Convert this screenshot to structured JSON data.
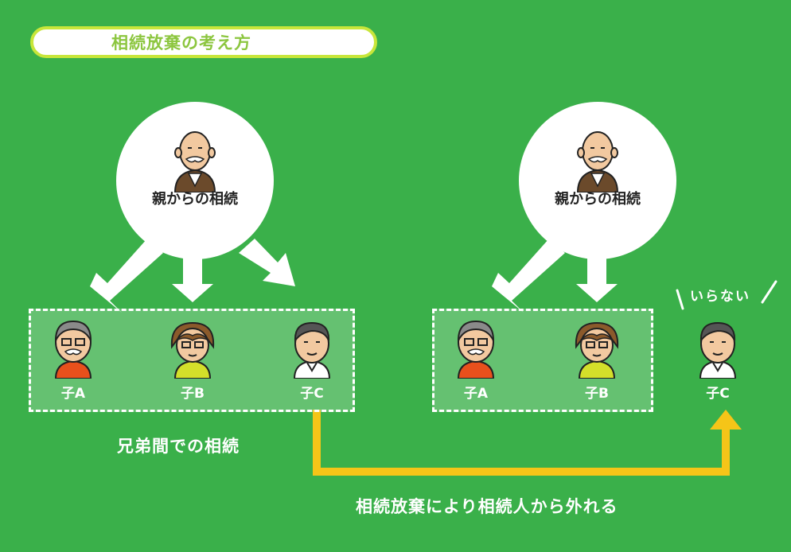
{
  "title": "相続放棄の考え方",
  "left": {
    "parent_label": "親からの相続",
    "children": [
      "子A",
      "子B",
      "子C"
    ],
    "group_caption": "兄弟間での相続"
  },
  "right": {
    "parent_label": "親からの相続",
    "children": [
      "子A",
      "子B"
    ],
    "outside_child": "子C",
    "outside_remark": "いらない"
  },
  "bottom_caption": "相続放棄により相続人から外れる",
  "colors": {
    "background": "#3ab04a",
    "title_border": "#c8e63a",
    "title_text": "#8cc63f",
    "path_arrow": "#f5c518"
  },
  "icons": [
    "grandfather-icon",
    "elder-man-icon",
    "woman-icon",
    "man-icon"
  ]
}
